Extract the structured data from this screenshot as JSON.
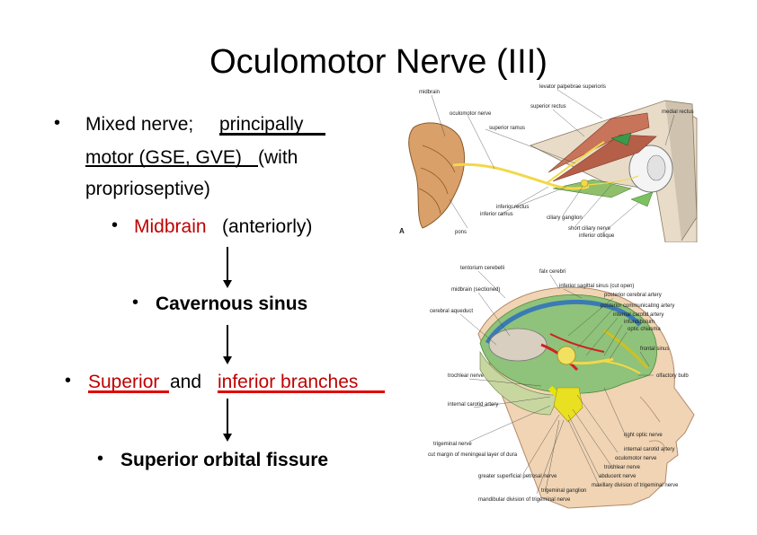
{
  "title": "Oculomotor Nerve (III)",
  "bullets": {
    "b1_part1": "Mixed nerve; ",
    "b1_u1": "principally",
    "b1_u2": "motor (GSE, GVE)",
    "b1_part2": " (with",
    "b1_line3": "proprioseptive)",
    "b2_red": "Midbrain",
    "b2_rest": " (anteriorly)",
    "b3": "Cavernous sinus",
    "b4_red1": "Superior",
    "b4_mid": " and ",
    "b4_red2": "inferior branches",
    "b5": "Superior orbital fissure"
  },
  "figure_a": {
    "panel_label": "A",
    "labels": [
      "midbrain",
      "levator palpebrae superioris",
      "oculomotor nerve",
      "superior rectus",
      "medial rectus",
      "superior ramus",
      "inferior rectus",
      "inferior ramus",
      "ciliary ganglion",
      "pons",
      "short ciliary nerve",
      "inferior oblique"
    ]
  },
  "figure_b": {
    "labels": [
      "tentorium cerebelli",
      "falx cerebri",
      "inferior sagittal sinus (cut open)",
      "midbrain (sectioned)",
      "posterior cerebral artery",
      "cerebral aqueduct",
      "posterior communicating artery",
      "internal carotid artery",
      "infundibulum",
      "optic chiasma",
      "frontal sinus",
      "olfactory bulb",
      "trochlear nerve",
      "internal carotid artery",
      "right optic nerve",
      "trigeminal nerve",
      "internal carotid artery",
      "oculomotor nerve",
      "cut margin of meningeal layer of dura",
      "trochlear nerve",
      "greater superficial petrosal nerve",
      "abducent nerve",
      "maxillary division of trigeminal nerve",
      "mandibular division of trigeminal nerve",
      "trigeminal ganglion"
    ]
  }
}
